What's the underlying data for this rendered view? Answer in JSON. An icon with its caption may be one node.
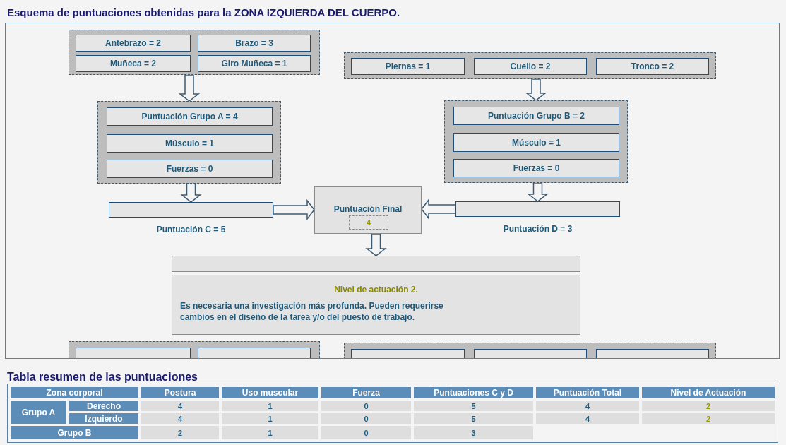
{
  "diagram": {
    "title": "Esquema de puntuaciones obtenidas para la ZONA IZQUIERDA DEL CUERPO.",
    "nodes": [
      {
        "text": [],
        "shape": "box"
      },
      {
        "text": [
          "Antebrazo =  2"
        ],
        "in": 0
      },
      {
        "text": [
          "Brazo = 3"
        ],
        "in": 0
      },
      {
        "text": [
          "Muñeca = 2"
        ],
        "in": 0
      },
      {
        "text": [
          "Giro Muñeca = 1"
        ],
        "in": 0
      },
      {
        "text": [],
        "shape": "box"
      },
      {
        "text": [
          "Piernas = 1"
        ],
        "in": 5
      },
      {
        "text": [
          "Cuello = 2"
        ],
        "in": 5
      },
      {
        "text": [
          "Tronco = 2"
        ],
        "in": 5
      },
      {
        "text": [],
        "shape": "box"
      },
      {
        "text": [
          "Puntuación Grupo A = 4"
        ],
        "in": 9
      },
      {
        "text": [
          "Músculo = 1"
        ],
        "in": 9
      },
      {
        "text": [
          "Fuerzas = 0"
        ],
        "in": 9
      },
      {
        "text": [],
        "shape": "box"
      },
      {
        "text": [
          "Puntuación Grupo B  = 2"
        ],
        "in": 13
      },
      {
        "text": [
          "Músculo = 1"
        ],
        "in": 13
      },
      {
        "text": [
          "Fuerzas = 0"
        ],
        "in": 13
      },
      {
        "text": [],
        "shape": "box",
        "beside": [
          "Puntuación C = 5"
        ]
      },
      {
        "text": [
          "Puntuación Final",
          "4"
        ]
      },
      {
        "text": [],
        "shape": "box",
        "beside": [
          "Puntuación D = 3"
        ]
      },
      {
        "text": [
          "Nivel de actuación 2.",
          "Es necesaria una investigación más profunda. Pueden requerirse cambios en el diseño de la tarea y/o del puesto de trabajo."
        ]
      },
      {
        "text": [],
        "shape": "box"
      },
      {
        "text": [],
        "shape": "box"
      },
      {
        "text": [],
        "shape": "box",
        "in": 21
      },
      {
        "text": [],
        "shape": "box",
        "in": 21
      },
      {
        "text": [],
        "shape": "box",
        "in": 22
      },
      {
        "text": [],
        "shape": "box",
        "in": 22
      },
      {
        "text": [],
        "shape": "box",
        "in": 22
      }
    ],
    "edges": [
      {
        "from": 0,
        "to": 9,
        "arrow": "to"
      },
      {
        "from": 5,
        "to": 13,
        "arrow": "to"
      },
      {
        "from": 9,
        "to": 17,
        "arrow": "to"
      },
      {
        "from": 13,
        "to": 19,
        "arrow": "to"
      },
      {
        "from": 17,
        "to": 18,
        "arrow": "to"
      },
      {
        "from": 19,
        "to": 18,
        "arrow": "to"
      },
      {
        "from": 18,
        "to": 20,
        "arrow": "to"
      }
    ],
    "labels": [
      "Tabla resumen de las puntuaciones",
      "Zona corporal",
      "Postura",
      "Uso muscular",
      "Fuerza",
      "Puntuaciones C y D",
      "Puntuación Total",
      "Nivel de Actuación",
      "Grupo A",
      "Derecho",
      "4",
      "1",
      "0",
      "5",
      "4",
      "2",
      "Izquierdo",
      "4",
      "1",
      "0",
      "5",
      "4",
      "2",
      "Grupo B",
      "2",
      "1",
      "0",
      "3"
    ]
  }
}
